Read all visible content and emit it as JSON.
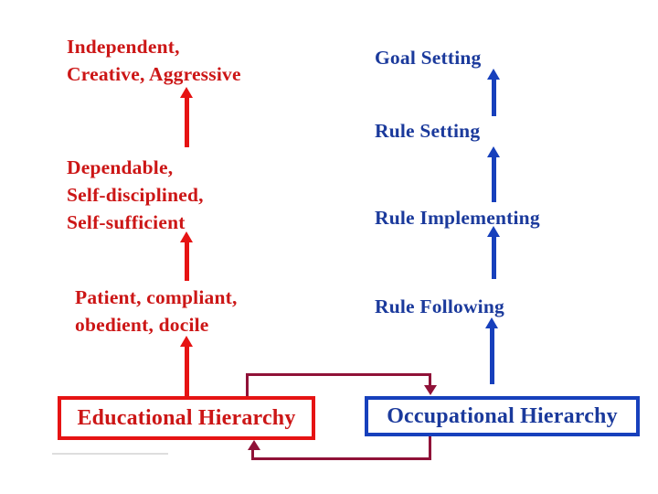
{
  "colors": {
    "red_accent": "#E61313",
    "red_text": "#CC1616",
    "blue_accent": "#1740BC",
    "blue_text": "#1B3A9C",
    "maroon": "#901238",
    "faint_line": "#DEDEDE"
  },
  "educational": {
    "traits_top": "Independent,\nCreative, Aggressive",
    "traits_middle": "Dependable,\nSelf-disciplined,\nSelf-sufficient",
    "traits_bottom": "Patient, compliant,\nobedient, docile",
    "box_label": "Educational Hierarchy"
  },
  "occupational": {
    "levels": [
      "Goal Setting",
      "Rule Setting",
      "Rule Implementing",
      "Rule Following"
    ],
    "box_label": "Occupational Hierarchy"
  }
}
